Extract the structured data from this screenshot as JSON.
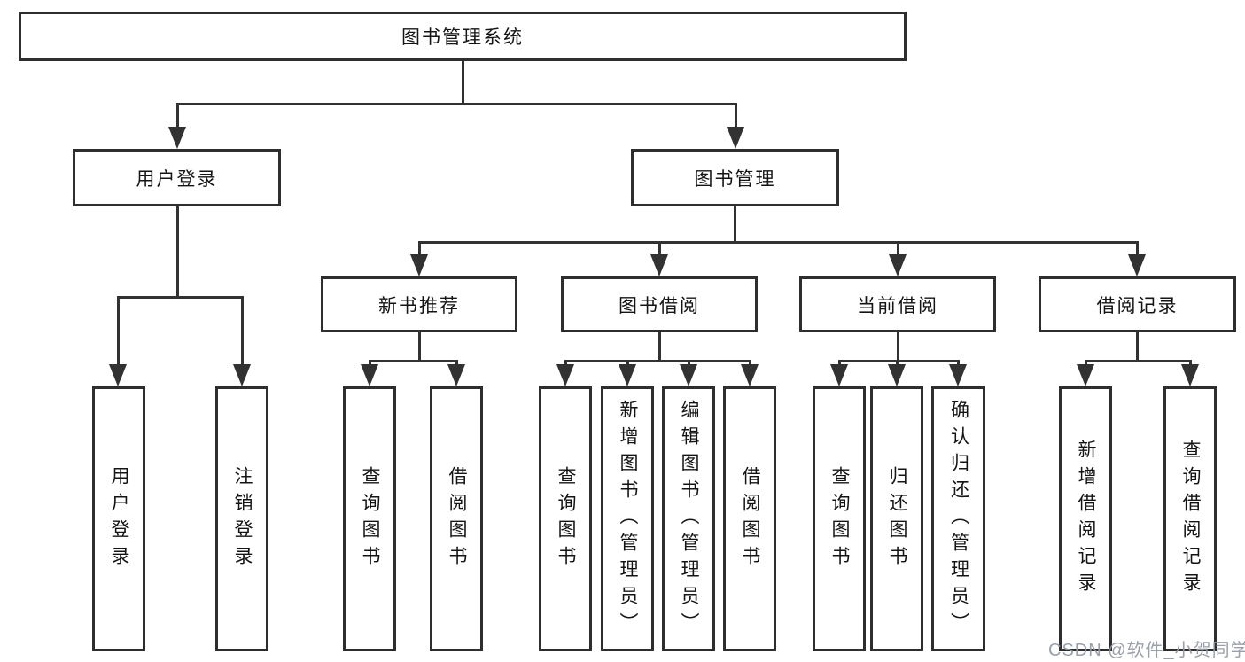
{
  "diagram": {
    "type": "hierarchy-tree",
    "title": "图书管理系统",
    "colors": {
      "background": "#ffffff",
      "box_border": "#2e2e2e",
      "line": "#323232",
      "text": "#141414",
      "watermark": "#949ba6"
    },
    "nodes": {
      "root": "图书管理系统",
      "user_login": "用户登录",
      "book_management": "图书管理",
      "new_book_recommend": "新书推荐",
      "book_borrow": "图书借阅",
      "current_borrow": "当前借阅",
      "borrow_records": "借阅记录",
      "leaf_user_login": "用户登录",
      "leaf_logout": "注销登录",
      "leaf_nb_query_books": "查询图书",
      "leaf_nb_borrow_books": "借阅图书",
      "leaf_bb_query_books": "查询图书",
      "leaf_bb_add_books": "新增图书（管理员）",
      "leaf_bb_edit_books": "编辑图书（管理员）",
      "leaf_bb_borrow_books": "借阅图书",
      "leaf_cb_query_books": "查询图书",
      "leaf_cb_return_books": "归还图书",
      "leaf_cb_confirm_return": "确认归还（管理员）",
      "leaf_br_add_record": "新增借阅记录",
      "leaf_br_query_record": "查询借阅记录"
    },
    "edges": [
      {
        "from": "图书管理系统",
        "to": "用户登录"
      },
      {
        "from": "图书管理系统",
        "to": "图书管理"
      },
      {
        "from": "用户登录",
        "to": "用户登录"
      },
      {
        "from": "用户登录",
        "to": "注销登录"
      },
      {
        "from": "图书管理",
        "to": "新书推荐"
      },
      {
        "from": "图书管理",
        "to": "图书借阅"
      },
      {
        "from": "图书管理",
        "to": "当前借阅"
      },
      {
        "from": "图书管理",
        "to": "借阅记录"
      },
      {
        "from": "新书推荐",
        "to": "查询图书"
      },
      {
        "from": "新书推荐",
        "to": "借阅图书"
      },
      {
        "from": "图书借阅",
        "to": "查询图书"
      },
      {
        "from": "图书借阅",
        "to": "新增图书（管理员）"
      },
      {
        "from": "图书借阅",
        "to": "编辑图书（管理员）"
      },
      {
        "from": "图书借阅",
        "to": "借阅图书"
      },
      {
        "from": "当前借阅",
        "to": "查询图书"
      },
      {
        "from": "当前借阅",
        "to": "归还图书"
      },
      {
        "from": "当前借阅",
        "to": "确认归还（管理员）"
      },
      {
        "from": "借阅记录",
        "to": "新增借阅记录"
      },
      {
        "from": "借阅记录",
        "to": "查询借阅记录"
      }
    ],
    "watermark": "CSDN @软件_小贺同学"
  }
}
